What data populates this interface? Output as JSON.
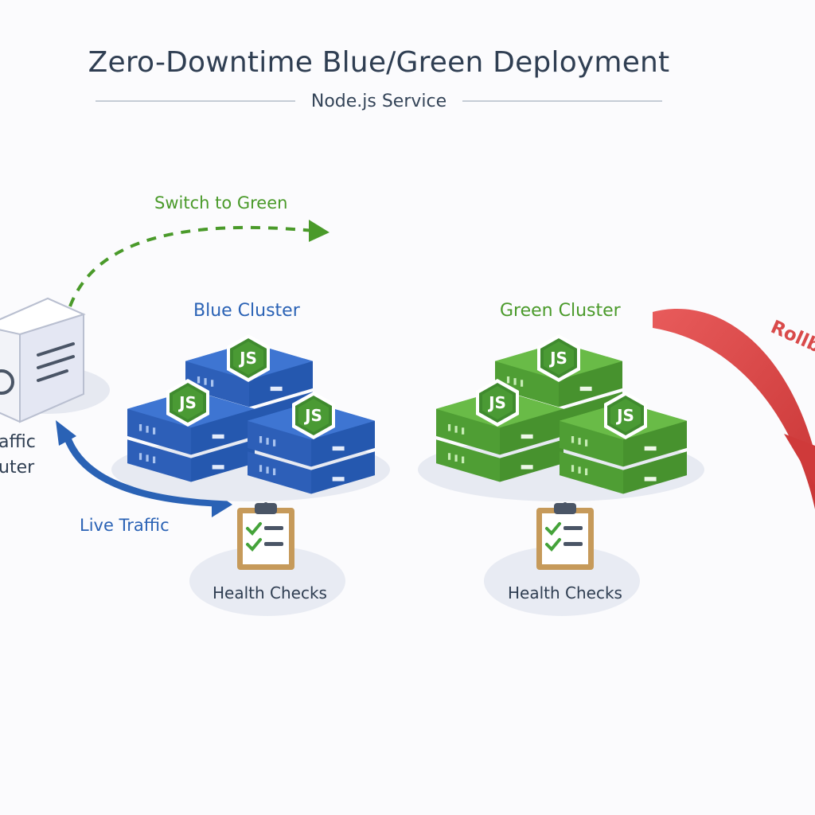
{
  "title": "Zero-Downtime Blue/Green Deployment",
  "subtitle": "Node.js Service",
  "router_label_line1": "affic",
  "router_label_line2": "uter",
  "switch_label": "Switch to Green",
  "rollback_label": "Rollb",
  "live_traffic_label": "Live Traffic",
  "blue_cluster": {
    "label": "Blue Cluster",
    "node_badge": "JS",
    "health_label": "Health Checks"
  },
  "green_cluster": {
    "label": "Green Cluster",
    "node_badge": "JS",
    "health_label": "Health Checks"
  },
  "colors": {
    "blue": "#2f64c4",
    "green": "#56a83a",
    "red": "#de4b4b",
    "badge": "#3f8a2e"
  },
  "icons": [
    "load-balancer-icon",
    "server-icon",
    "nodejs-icon",
    "clipboard-checklist-icon",
    "arrow-icon"
  ]
}
